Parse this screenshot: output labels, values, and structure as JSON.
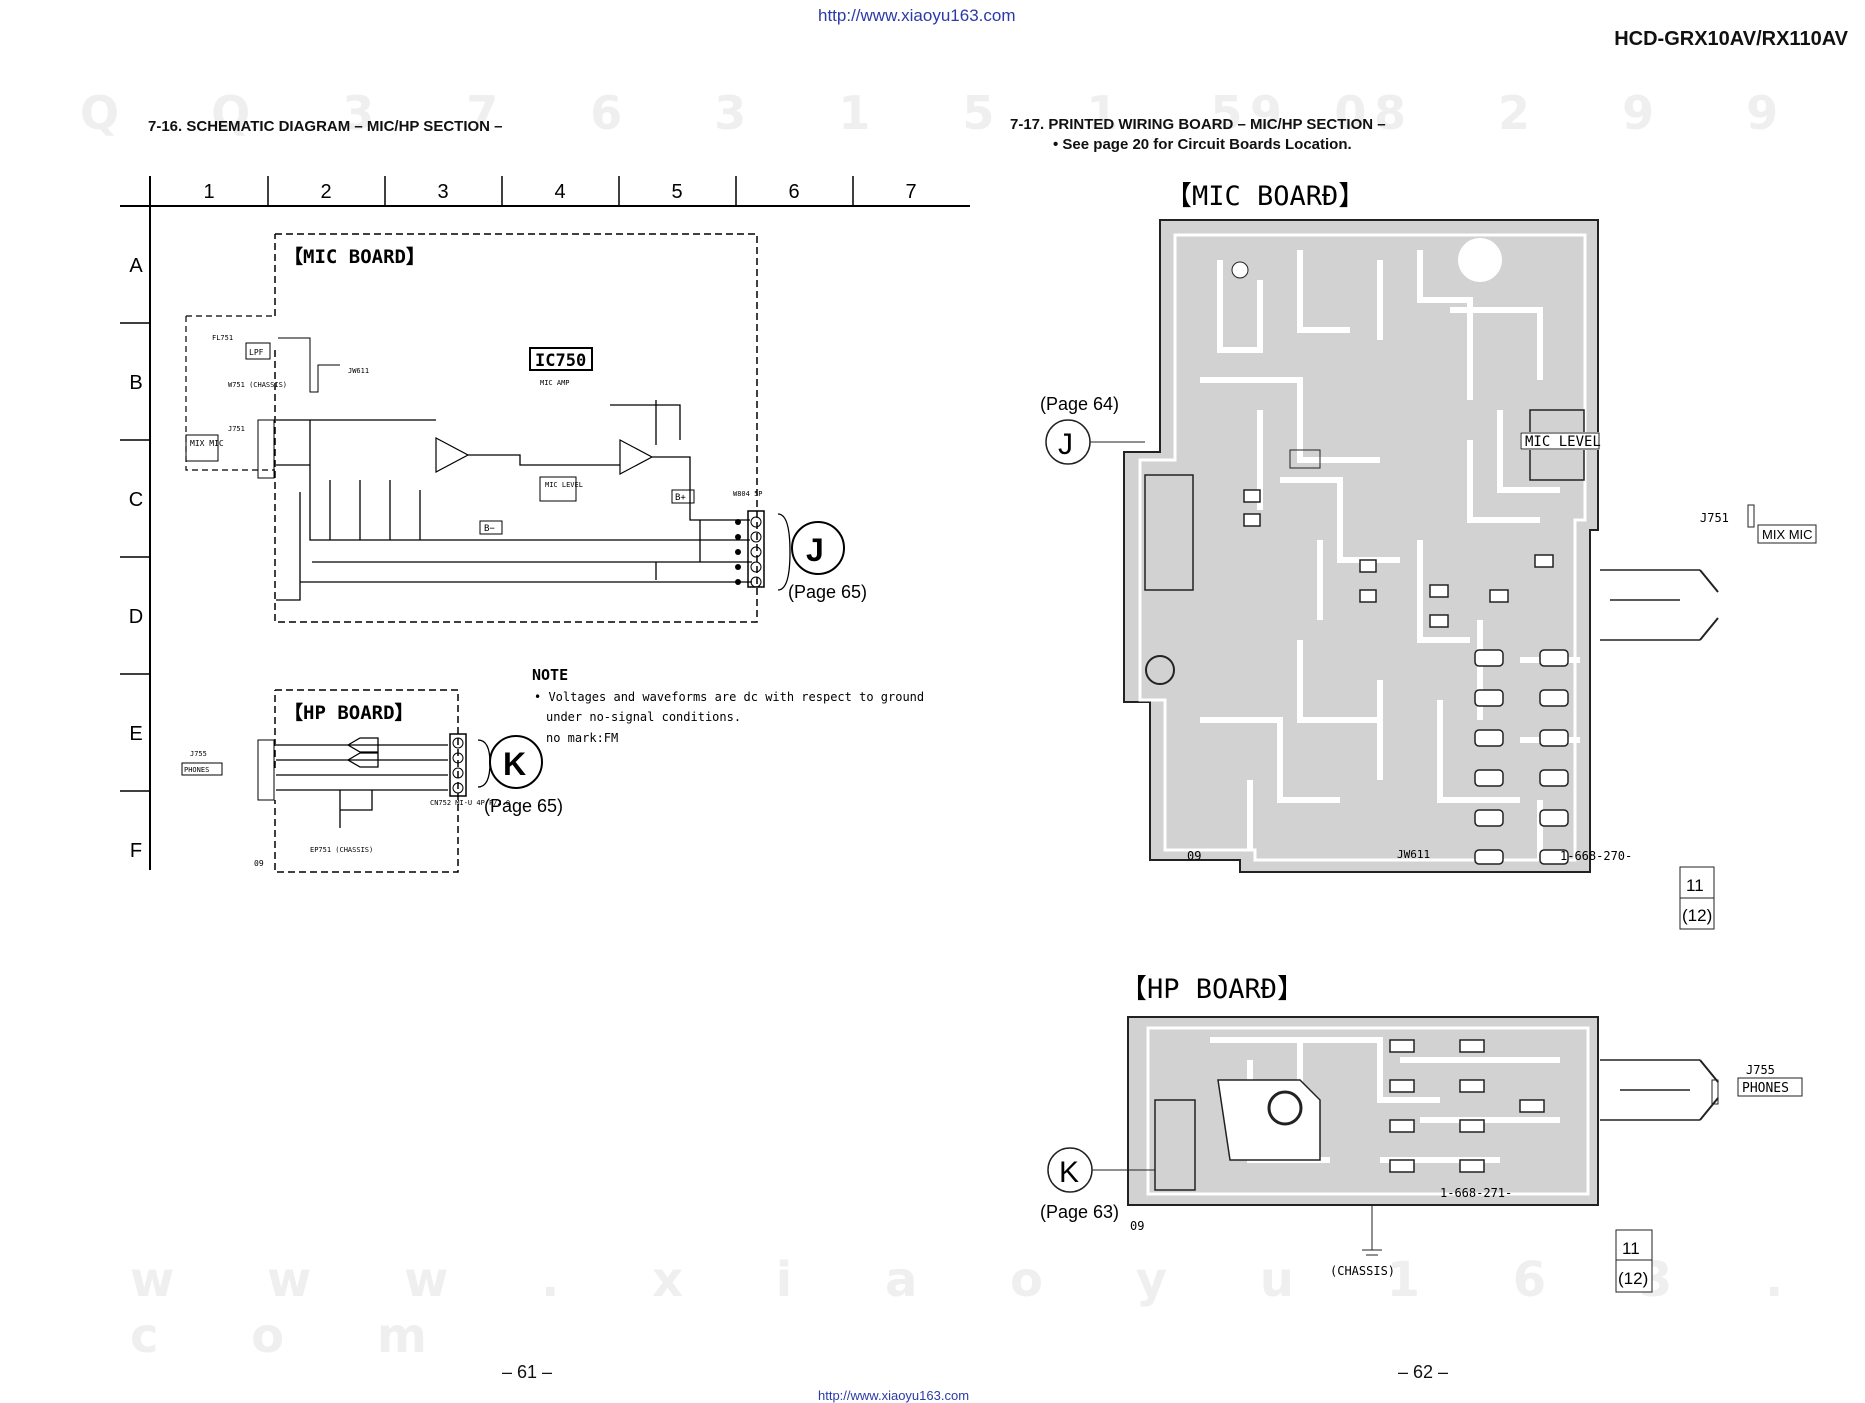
{
  "header": {
    "url_top": "http://www.xiaoyu163.com",
    "url_bottom": "http://www.xiaoyu163.com",
    "model": "HCD-GRX10AV/RX110AV"
  },
  "watermarks": {
    "row_left": "Q Q 3 7 6 3 1 5 1 5 0",
    "row_right": "9 8 2 9 9",
    "bottom": "w w w . x i a o y u 1 6 3 . c o m"
  },
  "schematic": {
    "title": "7-16. SCHEMATIC DIAGRAM – MIC/HP SECTION –",
    "columns": [
      "1",
      "2",
      "3",
      "4",
      "5",
      "6",
      "7"
    ],
    "rows": [
      "A",
      "B",
      "C",
      "D",
      "E",
      "F"
    ],
    "mic_board_label": "【MIC BOARD】",
    "hp_board_label": "【HP BOARD】",
    "ic_label": "IC750",
    "ic_sub": "MIC AMP",
    "connector_j": "J",
    "connector_k": "K",
    "page_j": "(Page 65)",
    "page_k": "(Page 65)",
    "mix_mic": "MIX MIC",
    "phones": "PHONES",
    "mic_level": "MIC LEVEL",
    "jw611": "JW611",
    "fl751": "FL751",
    "lpf": "LPF",
    "w751": "W751 (CHASSIS)",
    "j751": "J751",
    "j755": "J755",
    "w804": "W804 5P",
    "cn752": "CN752 MI-U 4P P/2.0",
    "ep751": "EP751 (CHASSIS)",
    "b_minus": "B−",
    "b_plus": "B+",
    "zero_nine_a": "09",
    "note_title": "NOTE",
    "note_lines": [
      "• Voltages and waveforms are dc with respect to ground",
      "under no-signal conditions.",
      "no mark:FM"
    ]
  },
  "pwb": {
    "title": "7-17. PRINTED WIRING BOARD – MIC/HP SECTION –",
    "subtitle": "• See page 20 for Circuit Boards Location.",
    "mic_board_label": "【MIC BOARĐ】",
    "hp_board_label": "【HP BOARĐ】",
    "page_64": "(Page 64)",
    "page_63": "(Page 63)",
    "connector_j": "J",
    "connector_k": "K",
    "mic_level": "MIC LEVEL",
    "mix_mic": "MIX MIC",
    "phones": "PHONES",
    "j751": "J751",
    "j755": "J755",
    "part_mic": "1-668-270-",
    "part_hp": "1-668-271-",
    "jw611": "JW611",
    "chassis": "(CHASSIS)",
    "zero_nine_a": "09",
    "zero_nine_b": "09",
    "rev_a_top": "11",
    "rev_a_bottom": "(12)",
    "rev_b_top": "11",
    "rev_b_bottom": "(12)"
  },
  "footer": {
    "page_left": "– 61 –",
    "page_right": "– 62 –"
  }
}
